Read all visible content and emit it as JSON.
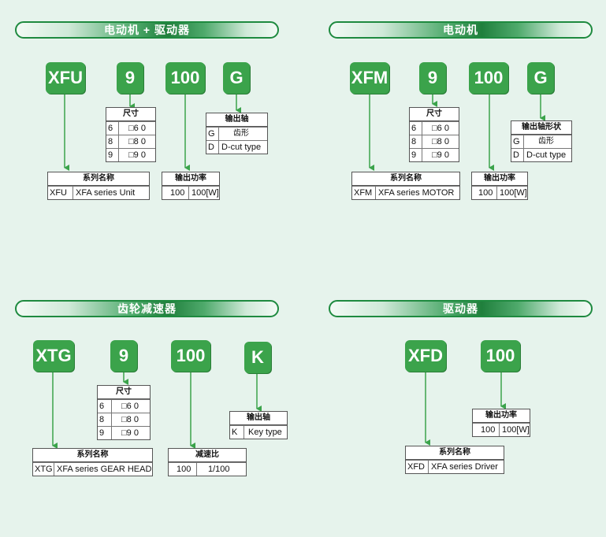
{
  "headers": {
    "motor_driver": "电动机 + 驱动器",
    "motor": "电动机",
    "gear_head": "齿轮减速器",
    "driver": "驱动器"
  },
  "motor_driver": {
    "codes": [
      "XFU",
      "9",
      "100",
      "G"
    ],
    "size": {
      "title": "尺寸",
      "rows": [
        [
          "6",
          "□6 0"
        ],
        [
          "8",
          "□8 0"
        ],
        [
          "9",
          "□9 0"
        ]
      ]
    },
    "shaft": {
      "title": "输出轴",
      "rows": [
        [
          "G",
          "齿形"
        ],
        [
          "D",
          "D-cut type"
        ]
      ]
    },
    "series": {
      "title": "系列名称",
      "rows": [
        [
          "XFU",
          "XFA series Unit"
        ]
      ]
    },
    "power": {
      "title": "输出功率",
      "rows": [
        [
          "100",
          "100[W]"
        ]
      ]
    }
  },
  "motor": {
    "codes": [
      "XFM",
      "9",
      "100",
      "G"
    ],
    "size": {
      "title": "尺寸",
      "rows": [
        [
          "6",
          "□6 0"
        ],
        [
          "8",
          "□8 0"
        ],
        [
          "9",
          "□9 0"
        ]
      ]
    },
    "shaft": {
      "title": "输出轴形状",
      "rows": [
        [
          "G",
          "齿形"
        ],
        [
          "D",
          "D-cut type"
        ]
      ]
    },
    "series": {
      "title": "系列名称",
      "rows": [
        [
          "XFM",
          "XFA series MOTOR"
        ]
      ]
    },
    "power": {
      "title": "输出功率",
      "rows": [
        [
          "100",
          "100[W]"
        ]
      ]
    }
  },
  "gear_head": {
    "codes": [
      "XTG",
      "9",
      "100",
      "K"
    ],
    "size": {
      "title": "尺寸",
      "rows": [
        [
          "6",
          "□6 0"
        ],
        [
          "8",
          "□8 0"
        ],
        [
          "9",
          "□9 0"
        ]
      ]
    },
    "shaft": {
      "title": "输出轴",
      "rows": [
        [
          "K",
          "Key type"
        ]
      ]
    },
    "series": {
      "title": "系列名称",
      "rows": [
        [
          "XTG",
          "XFA series GEAR HEAD"
        ]
      ]
    },
    "ratio": {
      "title": "减速比",
      "rows": [
        [
          "100",
          "1/100"
        ]
      ]
    }
  },
  "driver": {
    "codes": [
      "XFD",
      "100"
    ],
    "power": {
      "title": "输出功率",
      "rows": [
        [
          "100",
          "100[W]"
        ]
      ]
    },
    "series": {
      "title": "系列名称",
      "rows": [
        [
          "XFD",
          "XFA series Driver"
        ]
      ]
    }
  },
  "colors": {
    "accent": "#3ba34b",
    "background": "#e6f3ec",
    "line": "#3ba34b"
  }
}
